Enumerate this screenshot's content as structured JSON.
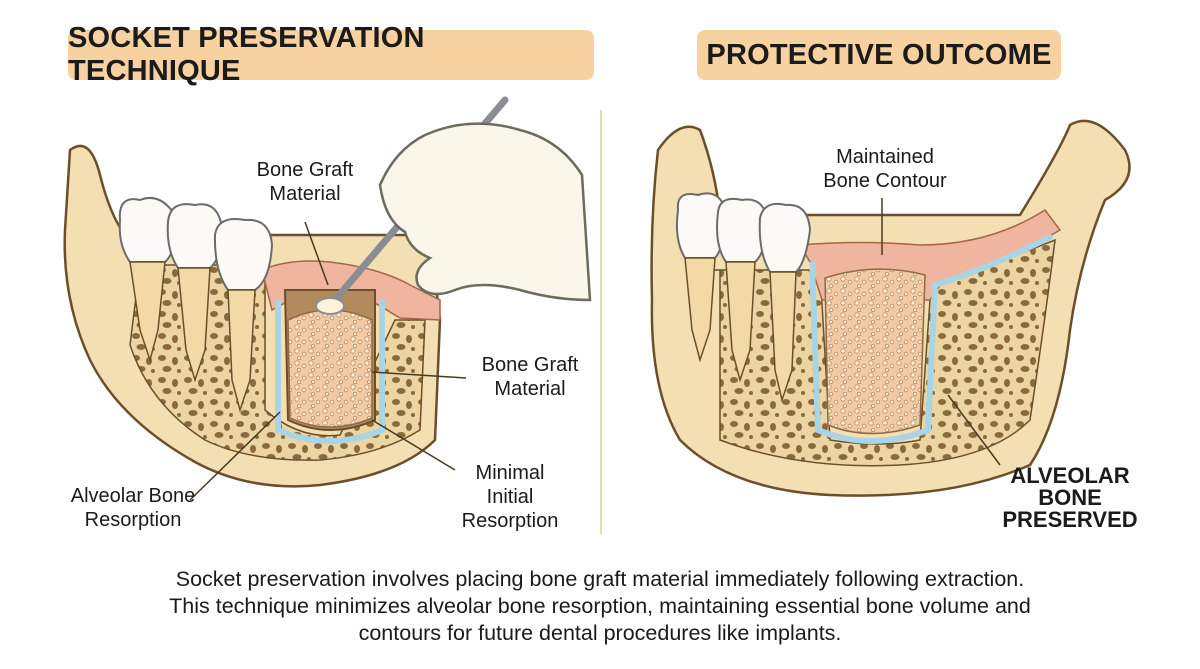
{
  "left_panel": {
    "title": "SOCKET PRESERVATION TECHNIQUE",
    "labels": {
      "graft_top": [
        "Bone Graft",
        "Material"
      ],
      "graft_right": [
        "Bone Graft",
        "Material"
      ],
      "resorption": [
        "Alveolar Bone",
        "Resorption"
      ],
      "minimal": [
        "Minimal",
        "Initial",
        "Resorption"
      ]
    }
  },
  "right_panel": {
    "title": "PROTECTIVE OUTCOME",
    "labels": {
      "contour": [
        "Maintained",
        "Bone Contour"
      ],
      "preserved": [
        "ALVEOLAR",
        "BONE",
        "PRESERVED"
      ]
    }
  },
  "caption": [
    "Socket preservation involves placing bone graft material immediately following extraction.",
    "This technique minimizes alveolar bone resorption, maintaining essential bone volume and",
    "contours for future dental procedures like implants."
  ],
  "colors": {
    "title_bg": "#f7d2a0",
    "bone": "#f2deb0",
    "gum": "#f0b59e",
    "membrane": "#a9d4e4",
    "graft": "#f4c8a4"
  }
}
